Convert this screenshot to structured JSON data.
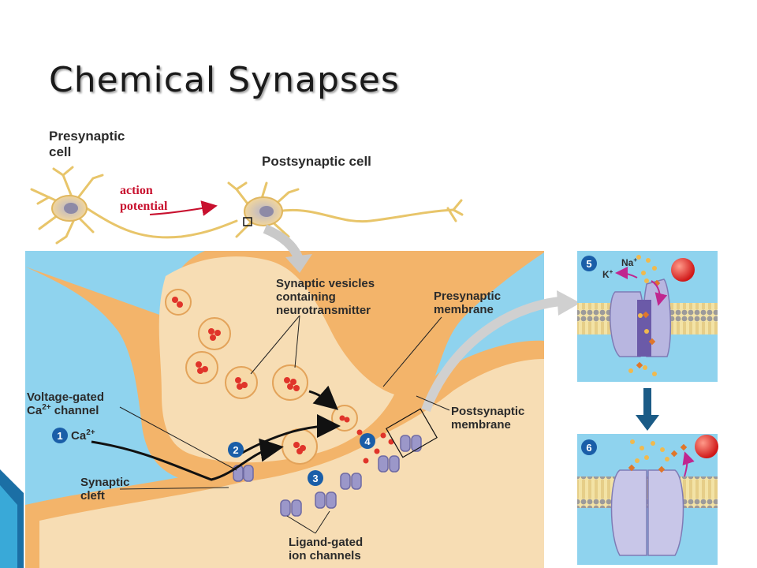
{
  "slide": {
    "title": "Chemical Synapses"
  },
  "overview": {
    "presynaptic_line1": "Presynaptic",
    "presynaptic_line2": "cell",
    "postsynaptic": "Postsynaptic cell",
    "action_line1": "action",
    "action_line2": "potential"
  },
  "main_diagram": {
    "vesicles_line1": "Synaptic vesicles",
    "vesicles_line2": "containing",
    "vesicles_line3": "neurotransmitter",
    "pre_membrane_line1": "Presynaptic",
    "pre_membrane_line2": "membrane",
    "vg_line1": "Voltage-gated",
    "vg_line2_prefix": "Ca",
    "vg_line2_sup": "2+",
    "vg_line2_suffix": " channel",
    "ca_label": "Ca",
    "ca_sup": "2+",
    "cleft_line1": "Synaptic",
    "cleft_line2": "cleft",
    "post_membrane_line1": "Postsynaptic",
    "post_membrane_line2": "membrane",
    "ligand_line1": "Ligand-gated",
    "ligand_line2": "ion channels"
  },
  "steps": [
    "1",
    "2",
    "3",
    "4",
    "5",
    "6"
  ],
  "panels": {
    "na_label": "Na",
    "na_sup": "+",
    "k_label": "K",
    "k_sup": "+"
  },
  "colors": {
    "cytoplasm": "#f5c98a",
    "membrane": "#e3a35a",
    "extracellular": "#8fd3ee",
    "vesicle": "#f7d9a8",
    "neurotransmitter": "#e0342a",
    "channel": "#9b97c9",
    "step_badge": "#1a5ea8",
    "action_label": "#c8102e"
  }
}
